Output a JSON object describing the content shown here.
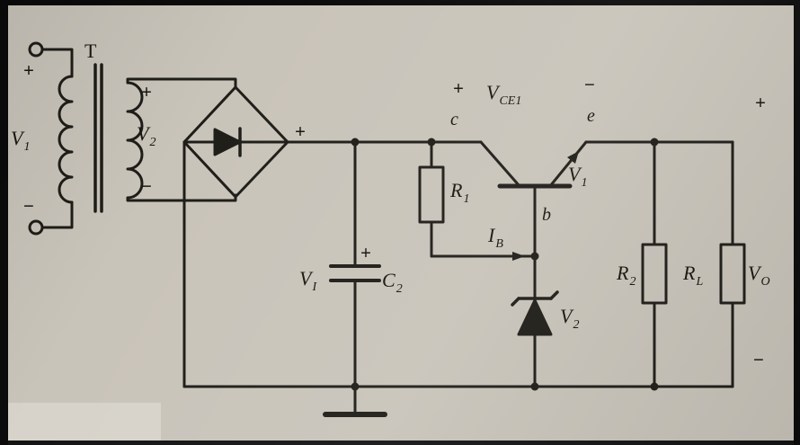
{
  "colors": {
    "paper": "#c9c4ba",
    "ink": "#1f1d18"
  },
  "labels": {
    "primary_plus": "+",
    "primary_minus": "−",
    "v1_primary": {
      "main": "V",
      "sub": "1"
    },
    "transformer": "T",
    "secondary_plus": "+",
    "secondary_minus": "−",
    "v2_secondary": {
      "main": "V",
      "sub": "2"
    },
    "bridge_plus": "+",
    "vce_plus": "+",
    "vce_minus": "−",
    "vce": {
      "main": "V",
      "sub": "CE1"
    },
    "collector": "c",
    "emitter": "e",
    "base": "b",
    "v1_transistor": {
      "main": "V",
      "sub": "1"
    },
    "r1": {
      "main": "R",
      "sub": "1"
    },
    "ib": {
      "main": "I",
      "sub": "B"
    },
    "vi": {
      "main": "V",
      "sub": "I"
    },
    "cap_plus": "+",
    "c2": {
      "main": "C",
      "sub": "2"
    },
    "v2_zener": {
      "main": "V",
      "sub": "2"
    },
    "r2": {
      "main": "R",
      "sub": "2"
    },
    "rl": {
      "main": "R",
      "sub": "L"
    },
    "vo": {
      "main": "V",
      "sub": "O"
    },
    "out_plus": "+",
    "out_minus": "−"
  }
}
